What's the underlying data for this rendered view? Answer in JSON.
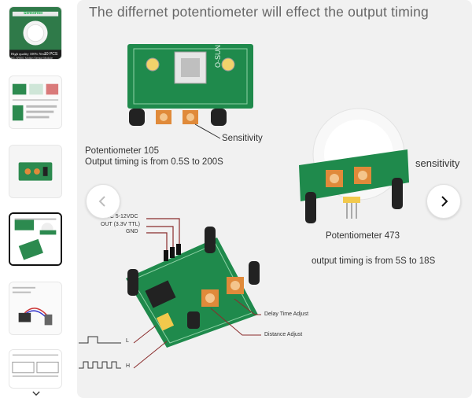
{
  "thumbnails": [
    {
      "caption_top": "Sensoriko",
      "caption_bottom": "High quality 100% New",
      "badge": "10 PCS",
      "sub": "HC-SR501 Motion Sensor Module"
    },
    {},
    {},
    {},
    {},
    {}
  ],
  "thumb_more_icon": "chevron-down-icon",
  "main": {
    "title": "The differnet potentiometer will effect the output timing",
    "pot105_title": "Potentiometer 105",
    "pot105_desc": "Output timing is from 0.5S to 200S",
    "sensitivity_left": "Sensitivity",
    "sensitivity_right": "sensitivity",
    "pot473_title": "Potentiometer 473",
    "pot473_desc": "output timing is from 5S to 18S",
    "pin_vcc": "VCC 5-12VDC",
    "pin_out": "OUT (3.3V TTL)",
    "pin_gnd": "GND",
    "delay_label": "Delay Time Adjust",
    "distance_label": "Distance Adjust",
    "signal_low": "L",
    "signal_high": "H",
    "board_text": "O-SUN"
  },
  "nav": {
    "prev_icon": "chevron-left-icon",
    "next_icon": "chevron-right-icon"
  },
  "colors": {
    "pcb": "#1f8a4c",
    "pot": "#e08a3a",
    "panel": "#f1f1f1"
  }
}
